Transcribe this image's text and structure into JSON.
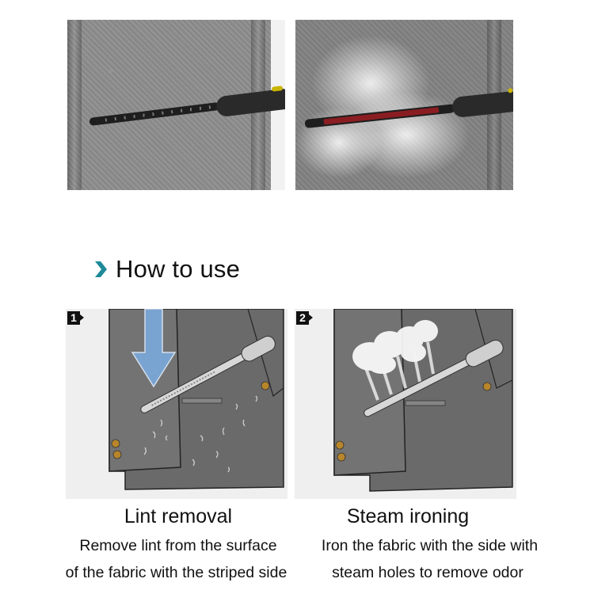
{
  "photos": [
    {
      "id": "lint-wand-photo",
      "caption": "",
      "wand": "black striped brush wand on grey sweater"
    },
    {
      "id": "steam-wand-photo",
      "caption": "",
      "wand": "wand with red strip emitting steam on grey sweater"
    }
  ],
  "section": {
    "title": "How to use",
    "icon": "chevron-right-icon",
    "accent_color": "#1f8a99"
  },
  "steps": [
    {
      "number": "1",
      "title": "Lint removal",
      "description_lines": [
        "Remove lint from the surface",
        "of the fabric with the striped side"
      ]
    },
    {
      "number": "2",
      "title": "Steam ironing",
      "description_lines": [
        "Iron the fabric with the side with",
        "steam holes to remove odor"
      ]
    }
  ]
}
